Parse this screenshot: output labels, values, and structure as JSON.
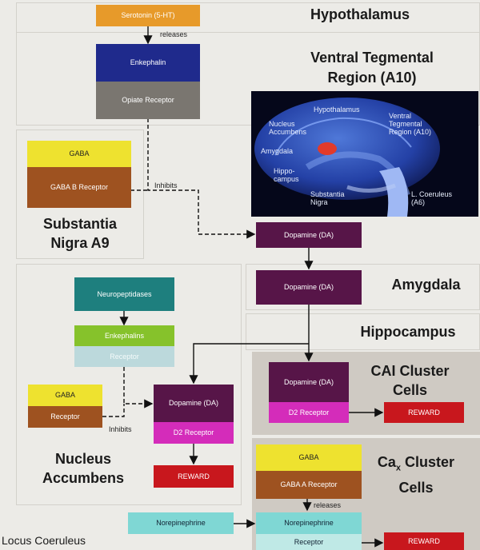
{
  "regions": {
    "hypothalamus": "Hypothalamus",
    "vta": "Ventral Tegmental\nRegion (A10)",
    "substantia_nigra": "Substantia\nNigra A9",
    "amygdala": "Amygdala",
    "hippocampus": "Hippocampus",
    "ca1_line1": "CAI Cluster",
    "ca1_line2": "Cells",
    "cax_line1_a": "Ca",
    "cax_line1_sub": "x",
    "cax_line1_b": " Cluster",
    "cax_line2": "Cells",
    "nucleus_accumbens": "Nucleus\nAccumbens",
    "locus_coeruleus": "Locus Coeruleus"
  },
  "boxes": {
    "serotonin": "Serotonin (5-HT)",
    "enkephalin": "Enkephalin",
    "opiate_receptor": "Opiate Receptor",
    "gaba_sn": "GABA",
    "gaba_b_receptor": "GABA B Receptor",
    "dopamine_vta": "Dopamine (DA)",
    "dopamine_amygdala": "Dopamine (DA)",
    "neuropeptidases": "Neuropeptidases",
    "enkephalins": "Enkephalins",
    "receptor_nacc": "Receptor",
    "gaba_nacc": "GABA",
    "receptor_gaba_nacc": "Receptor",
    "dopamine_nacc": "Dopamine (DA)",
    "d2_receptor_nacc": "D2 Receptor",
    "reward_nacc": "REWARD",
    "dopamine_ca1": "Dopamine (DA)",
    "d2_receptor_ca1": "D2 Receptor",
    "reward_ca1": "REWARD",
    "gaba_cax": "GABA",
    "gaba_a_receptor": "GABA A Receptor",
    "norepinephrine_lc": "Norepinephrine",
    "norepinephrine_cax": "Norepinephrine",
    "receptor_cax": "Receptor",
    "reward_cax": "REWARD"
  },
  "notes": {
    "releases_1": "releases",
    "inhibits_1": "Inhibits",
    "inhibits_2": "Inhibits",
    "releases_2": "releases"
  },
  "brain_labels": {
    "hypothalamus": "Hypothalamus",
    "nucleus_accumbens": "Nucleus\nAccumbens",
    "ventral_tegmental": "Ventral\nTegmental\nRegion (A10)",
    "amygdala": "Amygdala",
    "hippocampus": "Hippo-\ncampus",
    "substantia_nigra": "Substantia\nNigra",
    "locus_coeruleus": "L. Coeruleus\n(A6)"
  },
  "colors": {
    "orange": "#e79a2a",
    "navy": "#1f2a8c",
    "grey": "#7a7670",
    "yellow": "#eee22f",
    "brown": "#9e5220",
    "dopamine": "#571548",
    "teal": "#1e7f7e",
    "green": "#86c22b",
    "light_blue": "#bcd9dc",
    "magenta": "#d42cba",
    "red": "#c8171d",
    "cyan": "#7fd7d4"
  }
}
